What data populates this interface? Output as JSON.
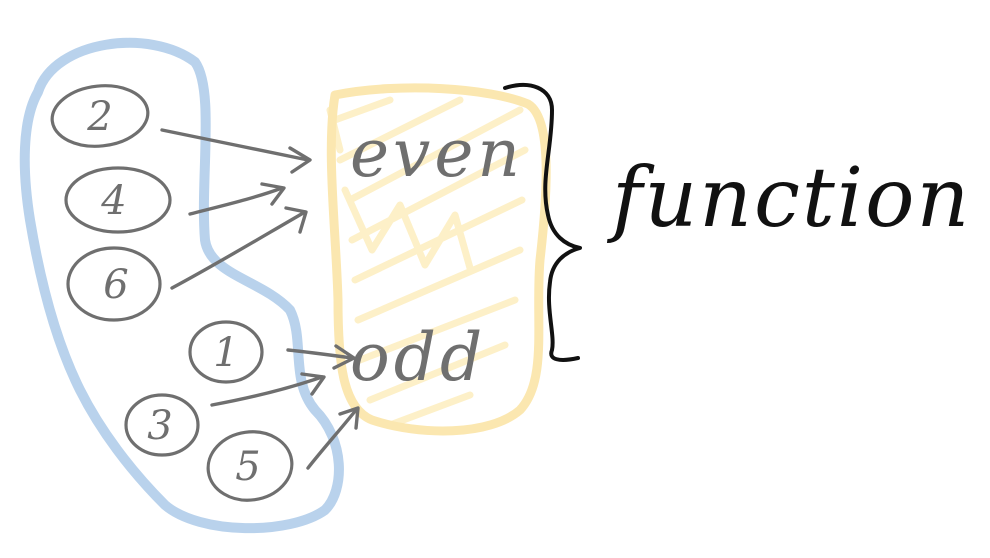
{
  "domain": {
    "elements": [
      "2",
      "4",
      "6",
      "1",
      "3",
      "5"
    ],
    "colors": {
      "outline": "#b9d2ec",
      "ink": "#6f6f6f"
    }
  },
  "codomain": {
    "elements": [
      "even",
      "odd"
    ],
    "colors": {
      "outline": "#fbe7b0",
      "hatch": "#fdf0c8"
    }
  },
  "mapping": [
    {
      "from": "2",
      "to": "even"
    },
    {
      "from": "4",
      "to": "even"
    },
    {
      "from": "6",
      "to": "even"
    },
    {
      "from": "1",
      "to": "odd"
    },
    {
      "from": "3",
      "to": "odd"
    },
    {
      "from": "5",
      "to": "odd"
    }
  ],
  "annotation": {
    "text": "function",
    "brace_color": "#111111"
  }
}
